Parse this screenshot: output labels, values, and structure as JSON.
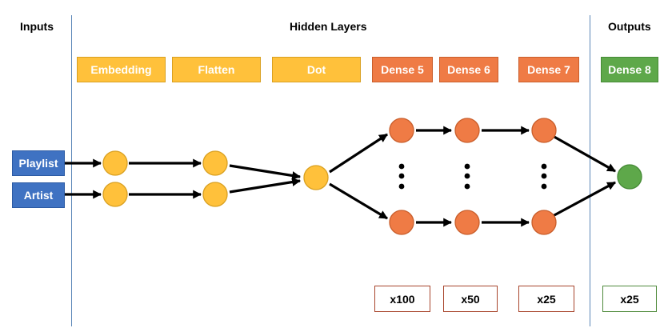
{
  "headers": {
    "inputs": "Inputs",
    "hidden": "Hidden Layers",
    "outputs": "Outputs"
  },
  "layers": {
    "embedding": "Embedding",
    "flatten": "Flatten",
    "dot": "Dot",
    "dense5": "Dense 5",
    "dense6": "Dense 6",
    "dense7": "Dense 7",
    "dense8": "Dense 8"
  },
  "inputs": {
    "playlist": "Playlist",
    "artist": "Artist"
  },
  "counts": {
    "dense5": "x100",
    "dense6": "x50",
    "dense7": "x25",
    "dense8": "x25"
  },
  "colors": {
    "yellow": "#ffc13b",
    "orange": "#ef7b45",
    "green": "#5ea84a",
    "blue": "#3f72c2"
  }
}
